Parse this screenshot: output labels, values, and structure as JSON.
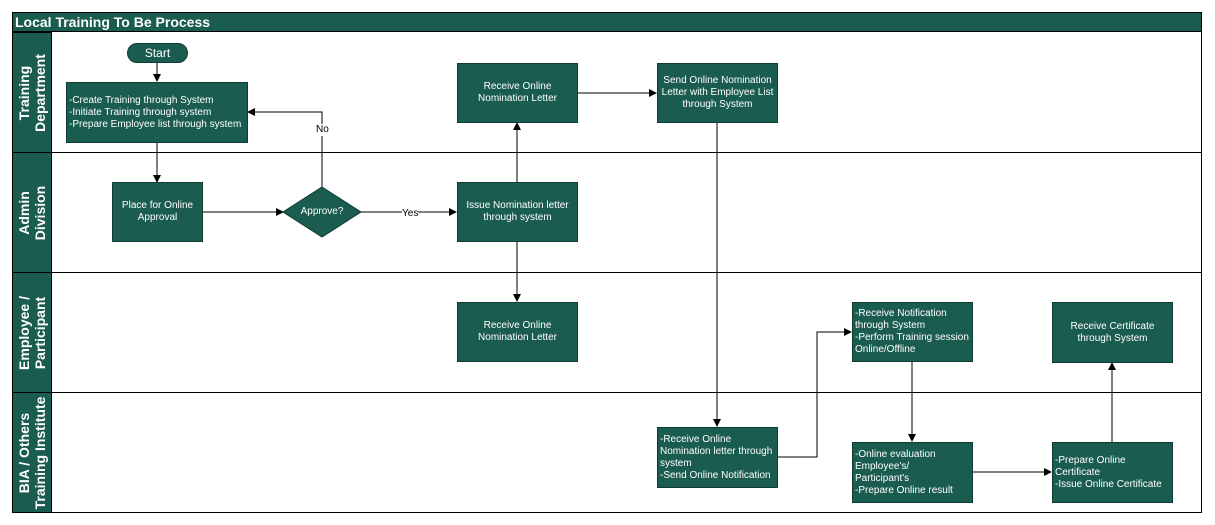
{
  "diagram": {
    "title": "Local Training To Be Process",
    "colors": {
      "header_fill": "#1a5c4f",
      "box_fill": "#1a5c4f",
      "text": "#ffffff",
      "line": "#000000"
    },
    "lanes": [
      {
        "label": "Training\nDepartment"
      },
      {
        "label": "Admin\nDivision"
      },
      {
        "label": "Employee /\nParticipant"
      },
      {
        "label": "BIA / Others\nTraining Institute"
      }
    ],
    "nodes": {
      "start": "Start",
      "create_training": "-Create Training through System\n-Initiate Training through system\n-Prepare Employee list through system",
      "receive_online_nomination_td": "Receive Online\nNomination Letter",
      "send_online_nomination": "Send Online Nomination\nLetter with Employee List\nthrough System",
      "place_online_approval": "Place for Online\nApproval",
      "approve": "Approve?",
      "issue_nomination": "Issue Nomination letter\nthrough system",
      "receive_online_nomination_emp": "Receive Online\nNomination Letter",
      "receive_notification": "-Receive Notification\nthrough System\n-Perform Training session\nOnline/Offline",
      "receive_certificate": "Receive Certificate\nthrough System",
      "receive_online_nomination_bia": "-Receive Online\nNomination letter through\nsystem\n-Send Online Notification",
      "online_evaluation": "-Online evaluation\nEmployee's/\nParticipant's\n-Prepare Online result",
      "prepare_certificate": "-Prepare Online Certificate\n-Issue Online Certificate"
    },
    "edge_labels": {
      "no": "No",
      "yes": "Yes"
    }
  }
}
